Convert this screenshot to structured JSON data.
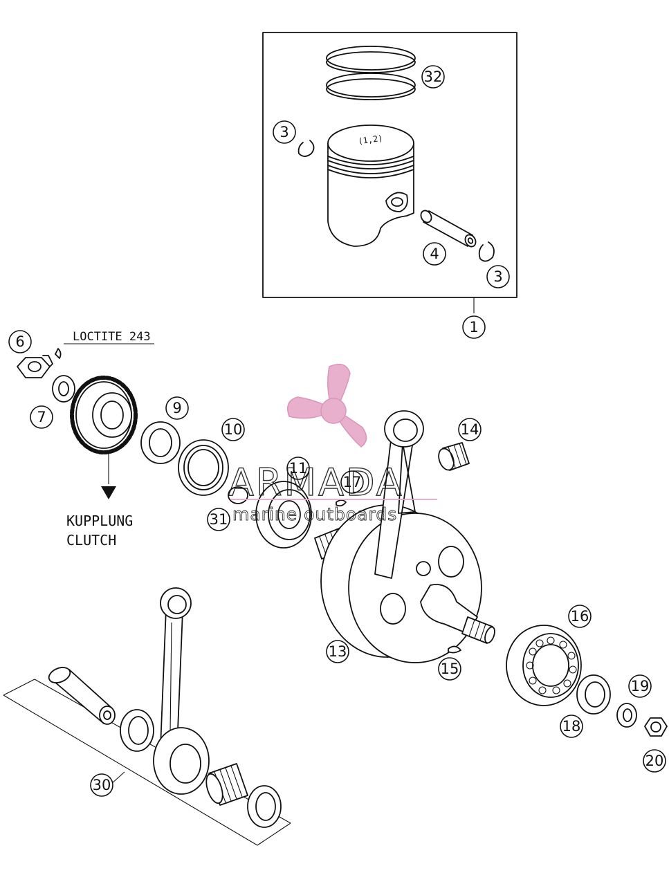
{
  "diagram": {
    "callouts": [
      {
        "id": "c32",
        "label": "32"
      },
      {
        "id": "c3a",
        "label": "3"
      },
      {
        "id": "c4",
        "label": "4"
      },
      {
        "id": "c3b",
        "label": "3"
      },
      {
        "id": "c1",
        "label": "1"
      },
      {
        "id": "c6",
        "label": "6"
      },
      {
        "id": "c7",
        "label": "7"
      },
      {
        "id": "c9",
        "label": "9"
      },
      {
        "id": "c10",
        "label": "10"
      },
      {
        "id": "c11",
        "label": "11"
      },
      {
        "id": "c17",
        "label": "17"
      },
      {
        "id": "c14",
        "label": "14"
      },
      {
        "id": "c31",
        "label": "31"
      },
      {
        "id": "c13",
        "label": "13"
      },
      {
        "id": "c15",
        "label": "15"
      },
      {
        "id": "c16",
        "label": "16"
      },
      {
        "id": "c19",
        "label": "19"
      },
      {
        "id": "c18",
        "label": "18"
      },
      {
        "id": "c20",
        "label": "20"
      },
      {
        "id": "c30",
        "label": "30"
      }
    ],
    "notes": {
      "loctite": "LOCTITE 243",
      "clutch_de": "KUPPLUNG",
      "clutch_en": "CLUTCH",
      "piston_mark": "(1,2)"
    },
    "watermark": {
      "brand": "ARMADA",
      "tagline": "marine outboards",
      "accent_color": "#e6a8c8"
    }
  }
}
